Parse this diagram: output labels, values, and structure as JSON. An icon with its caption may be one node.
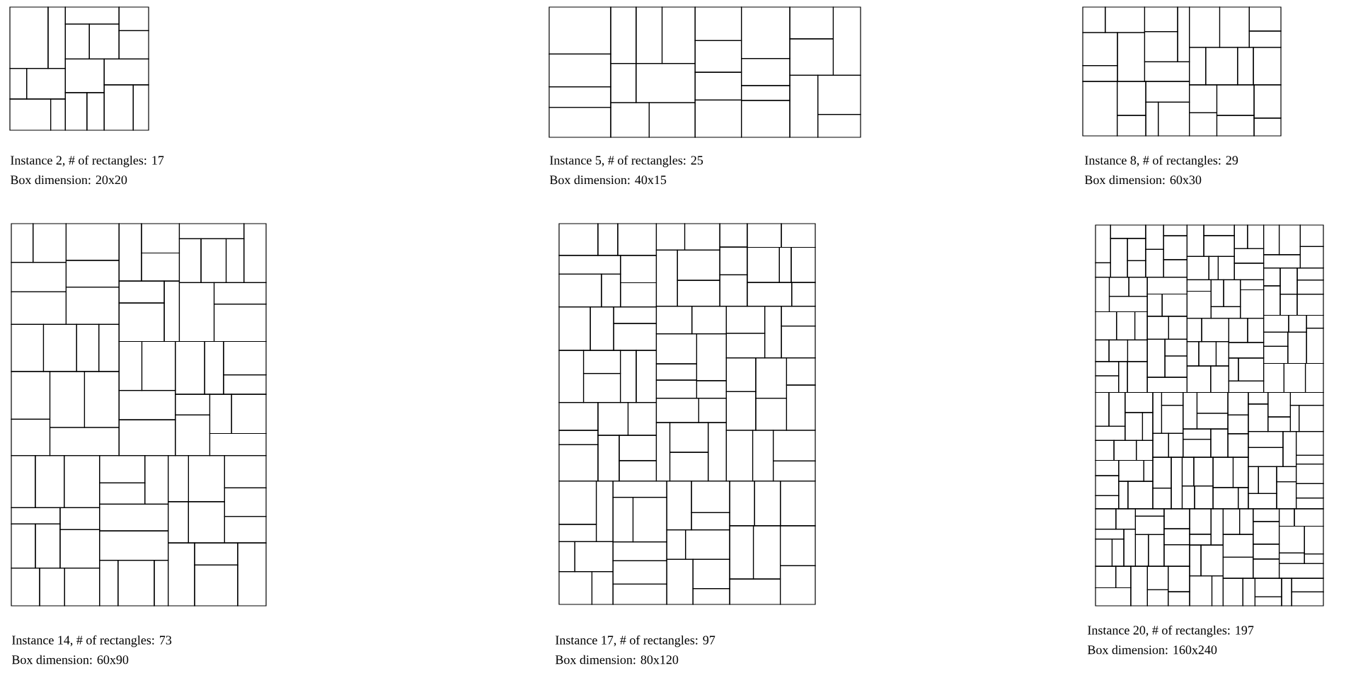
{
  "diagram": {
    "labels": [
      "Instance 2, # of rectangles: 17",
      "Box dimension: 20x20",
      "Instance 5, # of rectangles: 25",
      "Box dimension: 40x15",
      "Instance 8, # of rectangles: 29",
      "Box dimension: 60x30",
      "Instance 14, # of rectangles: 73",
      "Box dimension: 60x90",
      "Instance 17, # of rectangles: 97",
      "Box dimension: 80x120",
      "Instance 20, # of rectangles: 197",
      "Box dimension: 160x240"
    ]
  }
}
